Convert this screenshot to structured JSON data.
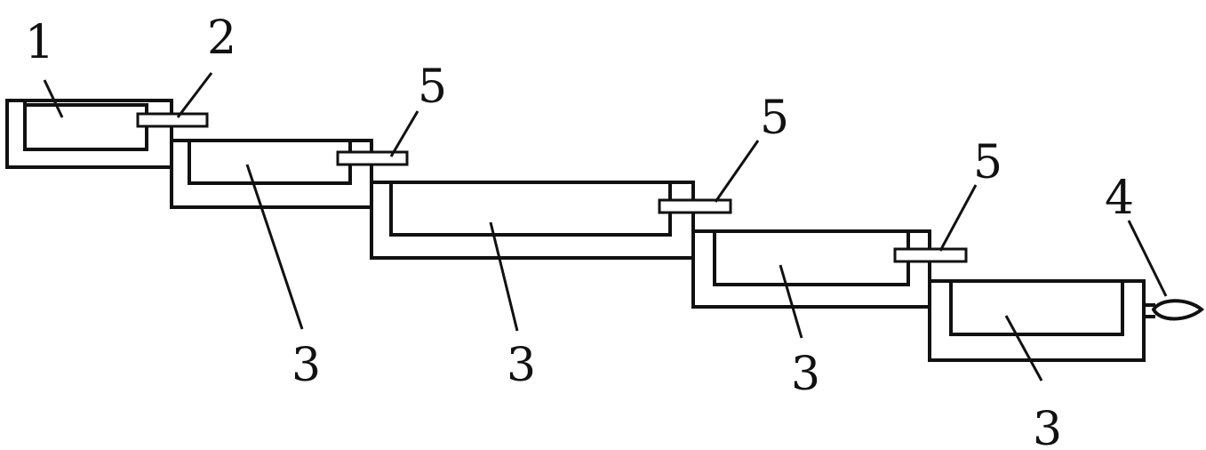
{
  "labels": {
    "tank_start": "1",
    "connector_first": "2",
    "tank_a": "3",
    "tank_b": "3",
    "tank_c": "3",
    "tank_d": "3",
    "connector_a": "5",
    "connector_b": "5",
    "connector_c": "5",
    "outlet": "4"
  },
  "colors": {
    "line": "#111111",
    "background": "#ffffff"
  }
}
